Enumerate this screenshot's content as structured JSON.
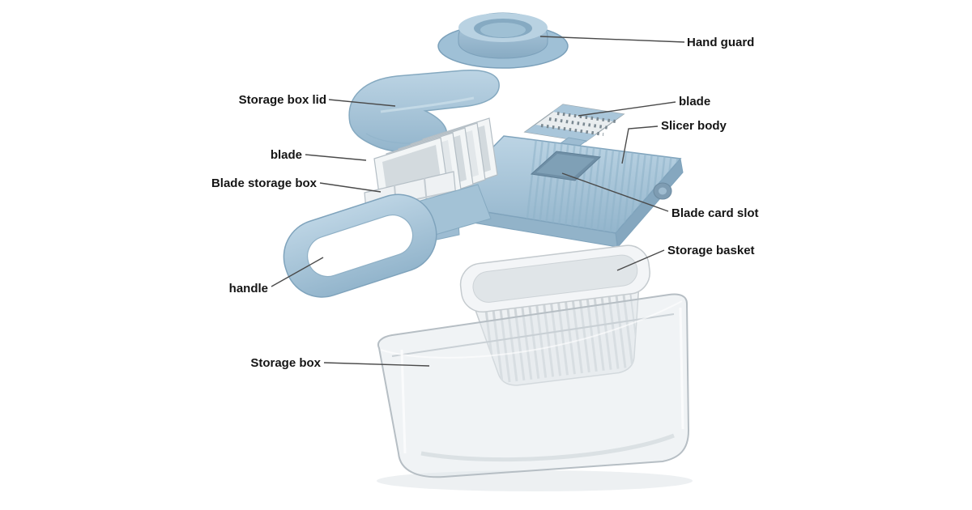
{
  "diagram": {
    "labels": {
      "hand_guard": "Hand guard",
      "blade_top": "blade",
      "slicer_body": "Slicer body",
      "storage_box_lid": "Storage box lid",
      "blade_left": "blade",
      "blade_storage_box": "Blade storage box",
      "blade_card_slot": "Blade card slot",
      "storage_basket": "Storage basket",
      "handle": "handle",
      "storage_box": "Storage box"
    },
    "colors": {
      "product_blue": "#a9c6da",
      "product_blue_dark": "#7fa3bc",
      "product_blue_deep": "#85a7bf",
      "basket_white": "#eef1f3",
      "transparent_box_stroke": "#b6bec4",
      "leader_line": "#4a4a4a",
      "label_text": "#151515",
      "background": "#ffffff"
    }
  }
}
